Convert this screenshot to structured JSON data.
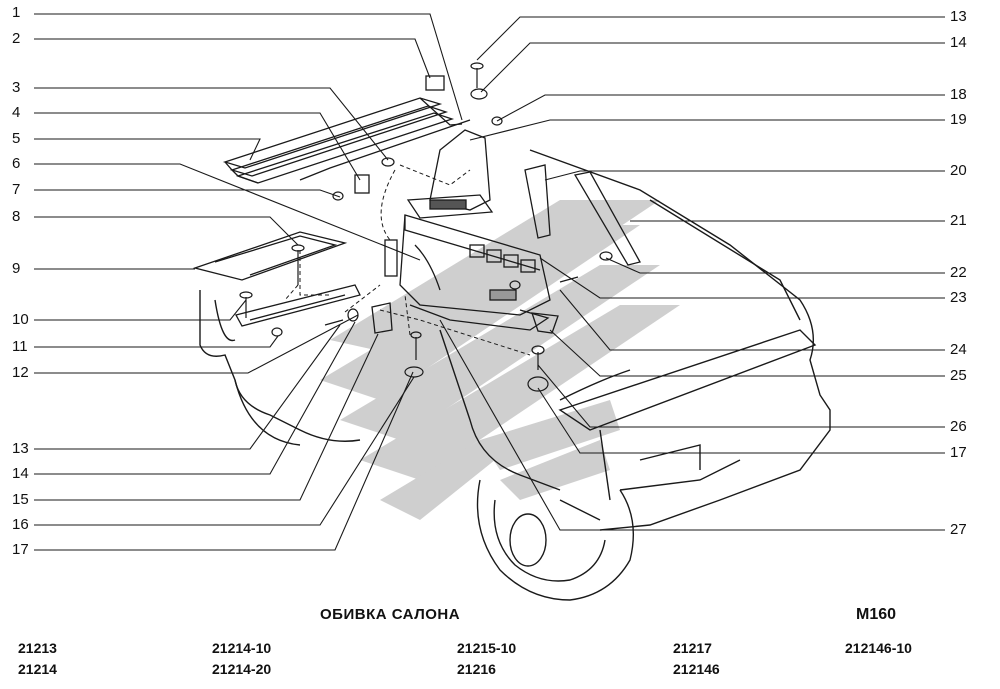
{
  "title": "ОБИВКА САЛОНА",
  "sheet_code": "M160",
  "models": [
    [
      "21213",
      "21214"
    ],
    [
      "21214-10",
      "21214-20"
    ],
    [
      "21215-10",
      "21216"
    ],
    [
      "21217",
      "212146"
    ],
    [
      "212146-10"
    ]
  ],
  "callouts_left": [
    "1",
    "2",
    "3",
    "4",
    "5",
    "6",
    "7",
    "8",
    "9",
    "10",
    "11",
    "12",
    "13",
    "14",
    "15",
    "16",
    "17"
  ],
  "callouts_right": [
    "13",
    "14",
    "18",
    "19",
    "20",
    "21",
    "22",
    "23",
    "24",
    "25",
    "26",
    "17",
    "27"
  ],
  "colors": {
    "line": "#1a1a1a",
    "watermark": "#c9c9c9",
    "background": "#ffffff"
  }
}
